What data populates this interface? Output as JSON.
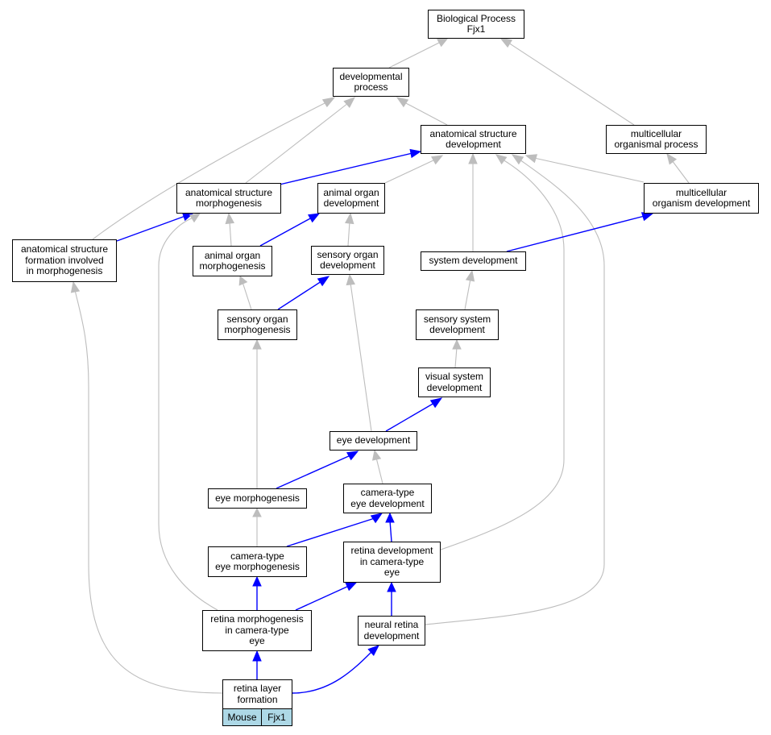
{
  "colors": {
    "is_a_edge": "#bdbdbd",
    "part_of_edge": "#0000ff",
    "tag_fill": "#add8e6"
  },
  "nodes": {
    "bp": [
      "Biological Process",
      "Fjx1"
    ],
    "dev": [
      "developmental",
      "process"
    ],
    "asd": [
      "anatomical structure",
      "development"
    ],
    "mop": [
      "multicellular",
      "organismal process"
    ],
    "asm": [
      "anatomical structure",
      "morphogenesis"
    ],
    "aod": [
      "animal organ",
      "development"
    ],
    "mod": [
      "multicellular",
      "organism development"
    ],
    "asf": [
      "anatomical structure",
      "formation involved",
      "in morphogenesis"
    ],
    "aom": [
      "animal organ",
      "morphogenesis"
    ],
    "sod": [
      "sensory organ",
      "development"
    ],
    "sysd": [
      "system development"
    ],
    "som": [
      "sensory organ",
      "morphogenesis"
    ],
    "ssd": [
      "sensory system",
      "development"
    ],
    "vsd": [
      "visual system",
      "development"
    ],
    "eyed": [
      "eye development"
    ],
    "eyem": [
      "eye morphogenesis"
    ],
    "cted": [
      "camera-type",
      "eye development"
    ],
    "ctem": [
      "camera-type",
      "eye morphogenesis"
    ],
    "rdev": [
      "retina development",
      "in camera-type",
      "eye"
    ],
    "rmor": [
      "retina morphogenesis",
      "in camera-type",
      "eye"
    ],
    "nrd": [
      "neural retina",
      "development"
    ],
    "rlf": [
      "retina layer",
      "formation"
    ]
  },
  "tags": {
    "species": "Mouse",
    "gene": "Fjx1"
  },
  "edges": [
    {
      "from": "dev",
      "to": "bp",
      "type": "is_a"
    },
    {
      "from": "mop",
      "to": "bp",
      "type": "is_a"
    },
    {
      "from": "asd",
      "to": "dev",
      "type": "is_a"
    },
    {
      "from": "asm",
      "to": "dev",
      "type": "is_a"
    },
    {
      "from": "asf",
      "to": "dev",
      "type": "is_a"
    },
    {
      "from": "mod",
      "to": "mop",
      "type": "is_a"
    },
    {
      "from": "asm",
      "to": "asd",
      "type": "part_of"
    },
    {
      "from": "aod",
      "to": "asd",
      "type": "is_a"
    },
    {
      "from": "mod",
      "to": "asd",
      "type": "is_a"
    },
    {
      "from": "sysd",
      "to": "asd",
      "type": "is_a"
    },
    {
      "from": "rdev",
      "to": "asd",
      "type": "is_a"
    },
    {
      "from": "nrd",
      "to": "asd",
      "type": "is_a"
    },
    {
      "from": "asf",
      "to": "asm",
      "type": "part_of"
    },
    {
      "from": "aom",
      "to": "asm",
      "type": "is_a"
    },
    {
      "from": "rmor",
      "to": "asm",
      "type": "is_a"
    },
    {
      "from": "aom",
      "to": "aod",
      "type": "part_of"
    },
    {
      "from": "sod",
      "to": "aod",
      "type": "is_a"
    },
    {
      "from": "sysd",
      "to": "mod",
      "type": "part_of"
    },
    {
      "from": "rlf",
      "to": "asf",
      "type": "is_a"
    },
    {
      "from": "som",
      "to": "aom",
      "type": "is_a"
    },
    {
      "from": "som",
      "to": "sod",
      "type": "part_of"
    },
    {
      "from": "eyed",
      "to": "sod",
      "type": "is_a"
    },
    {
      "from": "ssd",
      "to": "sysd",
      "type": "is_a"
    },
    {
      "from": "eyem",
      "to": "som",
      "type": "is_a"
    },
    {
      "from": "vsd",
      "to": "ssd",
      "type": "is_a"
    },
    {
      "from": "eyed",
      "to": "vsd",
      "type": "part_of"
    },
    {
      "from": "eyem",
      "to": "eyed",
      "type": "part_of"
    },
    {
      "from": "cted",
      "to": "eyed",
      "type": "is_a"
    },
    {
      "from": "ctem",
      "to": "eyem",
      "type": "is_a"
    },
    {
      "from": "ctem",
      "to": "cted",
      "type": "part_of"
    },
    {
      "from": "rdev",
      "to": "cted",
      "type": "part_of"
    },
    {
      "from": "rmor",
      "to": "ctem",
      "type": "part_of"
    },
    {
      "from": "rmor",
      "to": "rdev",
      "type": "part_of"
    },
    {
      "from": "nrd",
      "to": "rdev",
      "type": "part_of"
    },
    {
      "from": "rlf",
      "to": "rmor",
      "type": "part_of"
    },
    {
      "from": "rlf",
      "to": "nrd",
      "type": "part_of"
    }
  ]
}
